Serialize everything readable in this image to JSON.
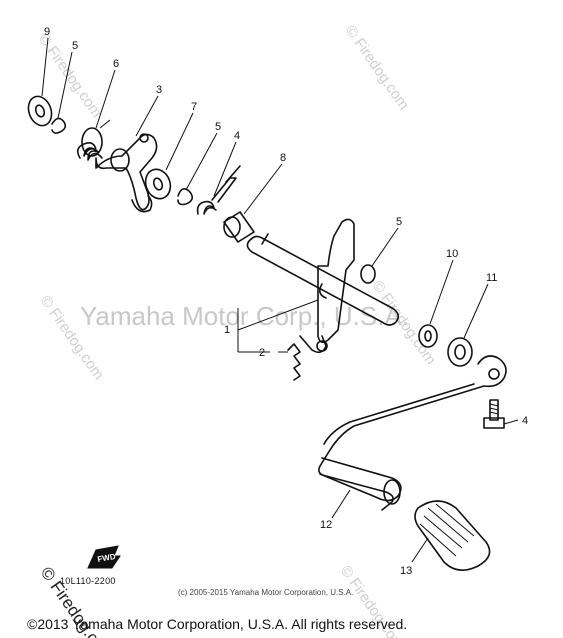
{
  "watermarks": {
    "center": "Yamaha Motor Corp., U.S.A.",
    "site": "© Firedog.com"
  },
  "callouts": [
    "9",
    "5",
    "6",
    "3",
    "7",
    "5",
    "4",
    "8",
    "5",
    "10",
    "11",
    "1",
    "2",
    "4",
    "12",
    "13"
  ],
  "arrow_label": "FWD",
  "figure_code": "10L110-2200",
  "inner_copyright": "(c) 2005-2015 Yamaha Motor Corporation, U.S.A.",
  "footer_copyright": "©2013 Yamaha Motor Corporation, U.S.A. All rights reserved."
}
